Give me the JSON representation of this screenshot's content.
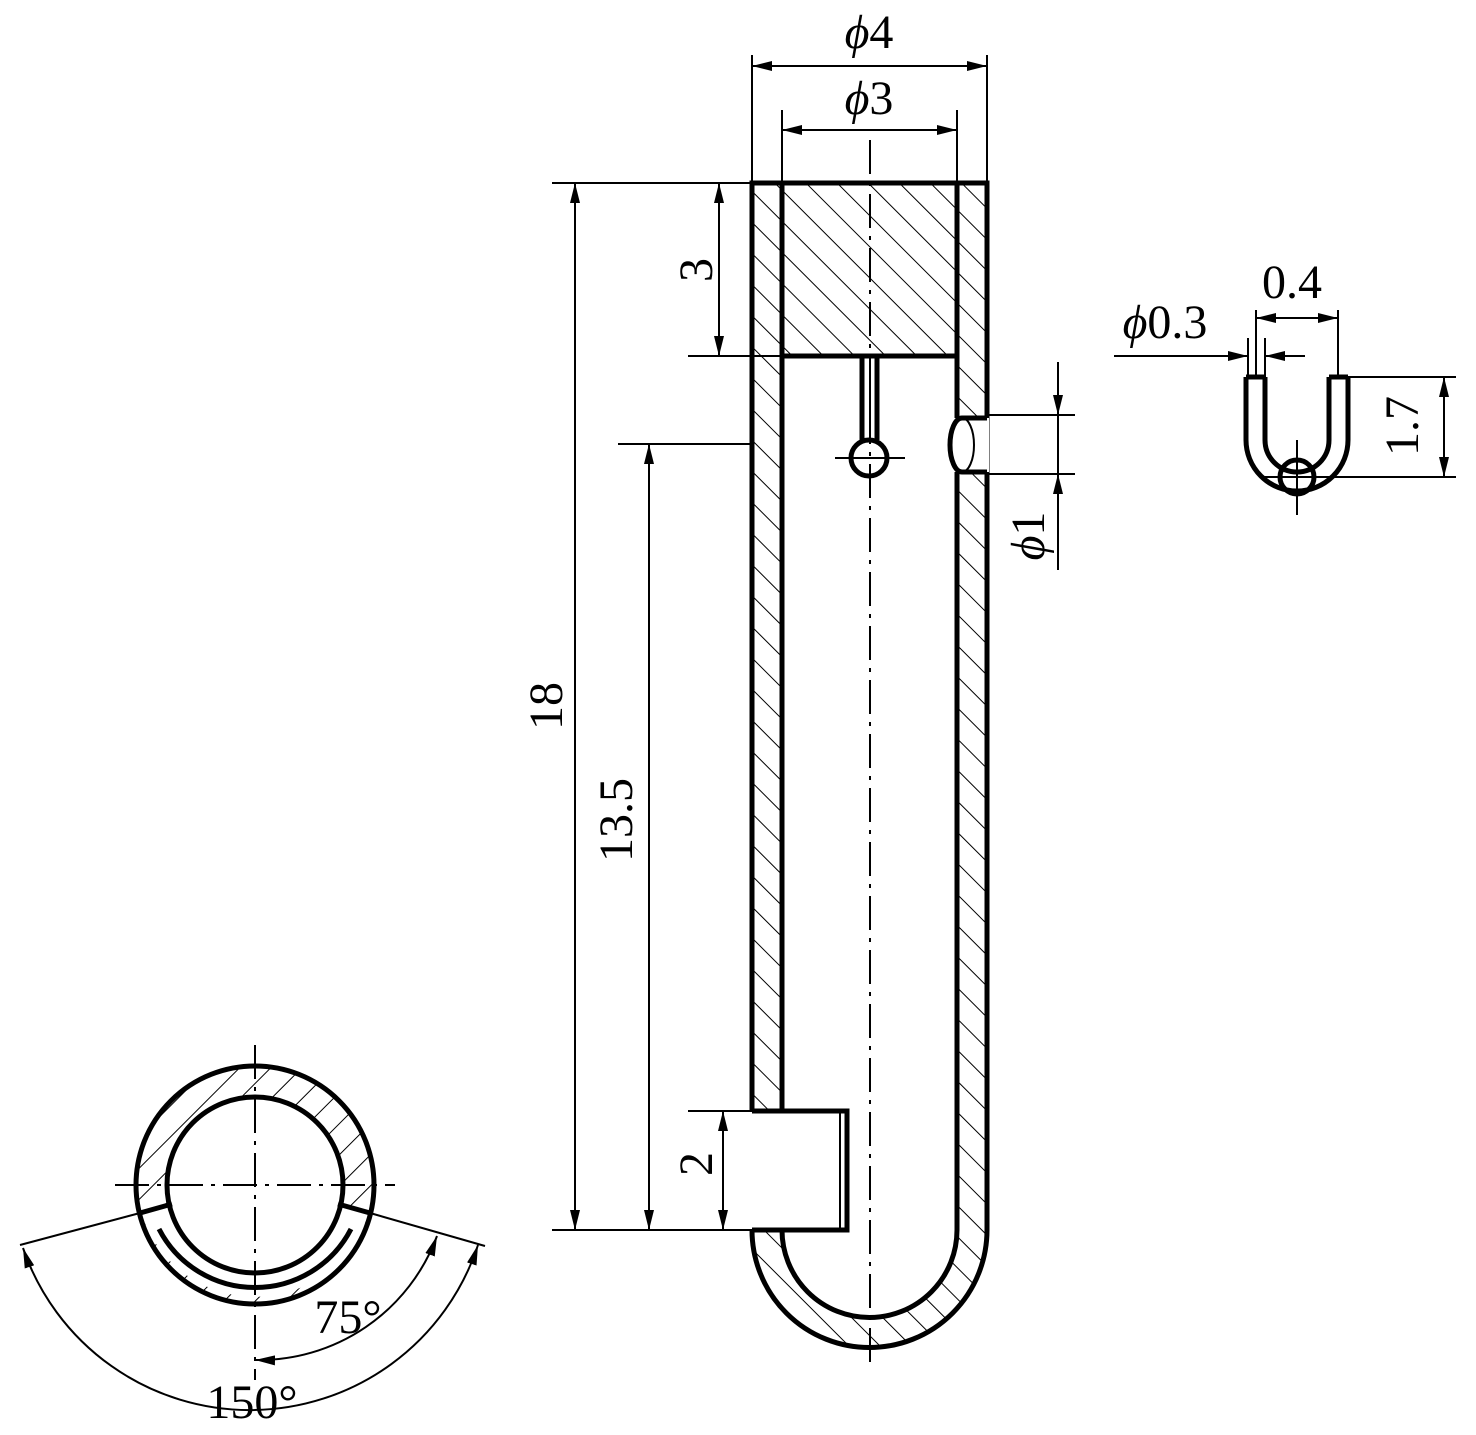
{
  "main_view": {
    "dia_outer": "4",
    "dia_inner": "3",
    "dia_symbol": "ϕ",
    "len_total": "18",
    "len_to_pin": "13.5",
    "len_plug": "3",
    "len_slot": "2",
    "dia_hole": "1"
  },
  "detail_view": {
    "wire_dia_symbol": "ϕ",
    "wire_dia": "0.3",
    "width": "0.4",
    "height": "1.7"
  },
  "section_view": {
    "angle_small": "75°",
    "angle_large": "150°"
  },
  "colors": {
    "line": "#000000",
    "background": "#ffffff"
  }
}
